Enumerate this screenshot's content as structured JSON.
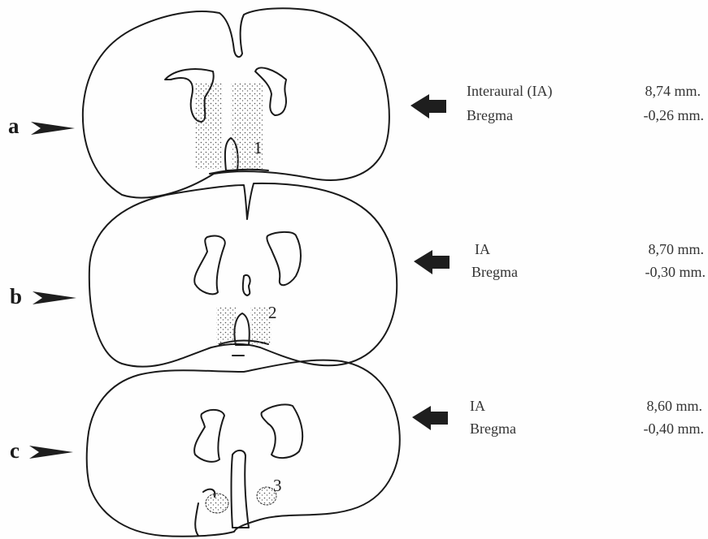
{
  "panels": [
    {
      "letter": "a",
      "region": "1",
      "rows": [
        {
          "label": "Interaural (IA)",
          "value": "8,74 mm."
        },
        {
          "label": "Bregma",
          "value": "-0,26 mm."
        }
      ]
    },
    {
      "letter": "b",
      "region": "2",
      "rows": [
        {
          "label": "IA",
          "value": "8,70 mm."
        },
        {
          "label": "Bregma",
          "value": "-0,30 mm."
        }
      ]
    },
    {
      "letter": "c",
      "region": "3",
      "rows": [
        {
          "label": "IA",
          "value": "8,60 mm."
        },
        {
          "label": "Bregma",
          "value": "-0,40 mm."
        }
      ]
    }
  ],
  "colors": {
    "ink": "#1a1a1a",
    "arrow": "#1e1e1e",
    "stipple": "#555555"
  }
}
